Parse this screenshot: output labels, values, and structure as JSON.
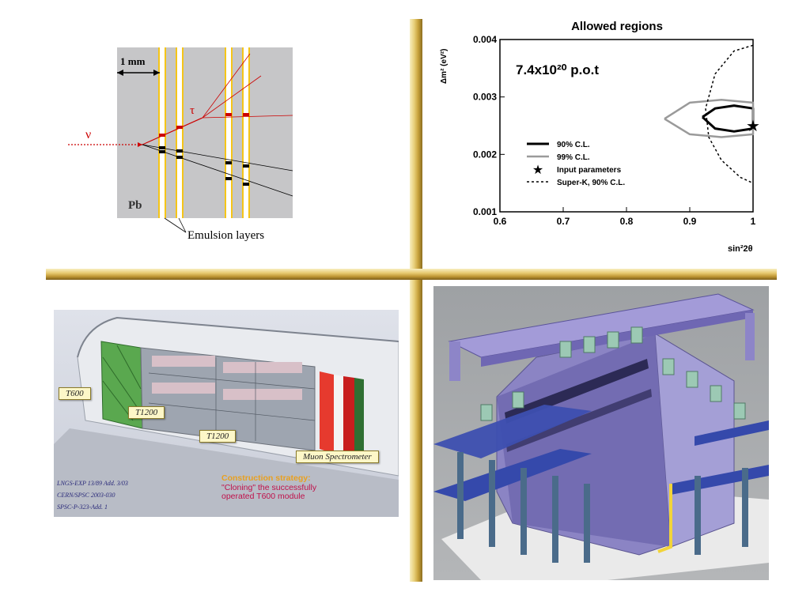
{
  "neutrino_diagram": {
    "scale_label": "1 mm",
    "nu_label": "ν",
    "tau_label": "τ",
    "material_label": "Pb",
    "layers_label": "Emulsion layers"
  },
  "chart_data": {
    "type": "line",
    "title": "Allowed regions",
    "annotation": "7.4x10²⁰ p.o.t",
    "xlabel": "sin²2θ",
    "ylabel": "Δm² (eV²)",
    "xlim": [
      0.6,
      1.0
    ],
    "ylim": [
      0.001,
      0.004
    ],
    "x_ticks": [
      "0.6",
      "0.7",
      "0.8",
      "0.9",
      "1"
    ],
    "y_ticks": [
      "0.001",
      "0.002",
      "0.003",
      "0.004"
    ],
    "legend_position": "bottom-left",
    "legend": [
      "90% C.L.",
      "99% C.L.",
      "Input parameters",
      "Super-K, 90% C.L."
    ],
    "series": [
      {
        "name": "90% C.L.",
        "style": "solid-black",
        "points": [
          [
            0.92,
            0.00265
          ],
          [
            0.94,
            0.0028
          ],
          [
            0.97,
            0.00285
          ],
          [
            1.0,
            0.0028
          ],
          [
            1.0,
            0.00245
          ],
          [
            0.97,
            0.0024
          ],
          [
            0.94,
            0.00245
          ],
          [
            0.92,
            0.00265
          ]
        ]
      },
      {
        "name": "99% C.L.",
        "style": "solid-gray",
        "points": [
          [
            0.86,
            0.00262
          ],
          [
            0.9,
            0.0029
          ],
          [
            0.95,
            0.00295
          ],
          [
            1.0,
            0.0029
          ],
          [
            1.0,
            0.00235
          ],
          [
            0.95,
            0.0023
          ],
          [
            0.9,
            0.00235
          ],
          [
            0.86,
            0.00262
          ]
        ]
      },
      {
        "name": "Super-K, 90% C.L.",
        "style": "dashed-black",
        "points": [
          [
            1.0,
            0.0039
          ],
          [
            0.97,
            0.0038
          ],
          [
            0.94,
            0.0034
          ],
          [
            0.925,
            0.0028
          ],
          [
            0.93,
            0.0023
          ],
          [
            0.95,
            0.0019
          ],
          [
            0.98,
            0.0016
          ],
          [
            1.0,
            0.0015
          ]
        ]
      }
    ],
    "star": {
      "name": "Input parameters",
      "x": 1.0,
      "y": 0.0025
    }
  },
  "detector_layout": {
    "labels": [
      "T600",
      "T1200",
      "T1200",
      "Muon Spectrometer"
    ],
    "refs": [
      "LNGS-EXP 13/89 Add. 3/03",
      "CERN/SPSC 2003-030",
      "SPSC-P-323-Add. 1"
    ],
    "strategy_title": "Construction strategy:",
    "strategy_lines": [
      "\"Cloning\" the successfully",
      "operated T600 module"
    ]
  },
  "colors": {
    "gold": "#d4af37",
    "orange": "#e8a020",
    "crimson": "#c0104a",
    "emulsion": "#f2c12e"
  }
}
